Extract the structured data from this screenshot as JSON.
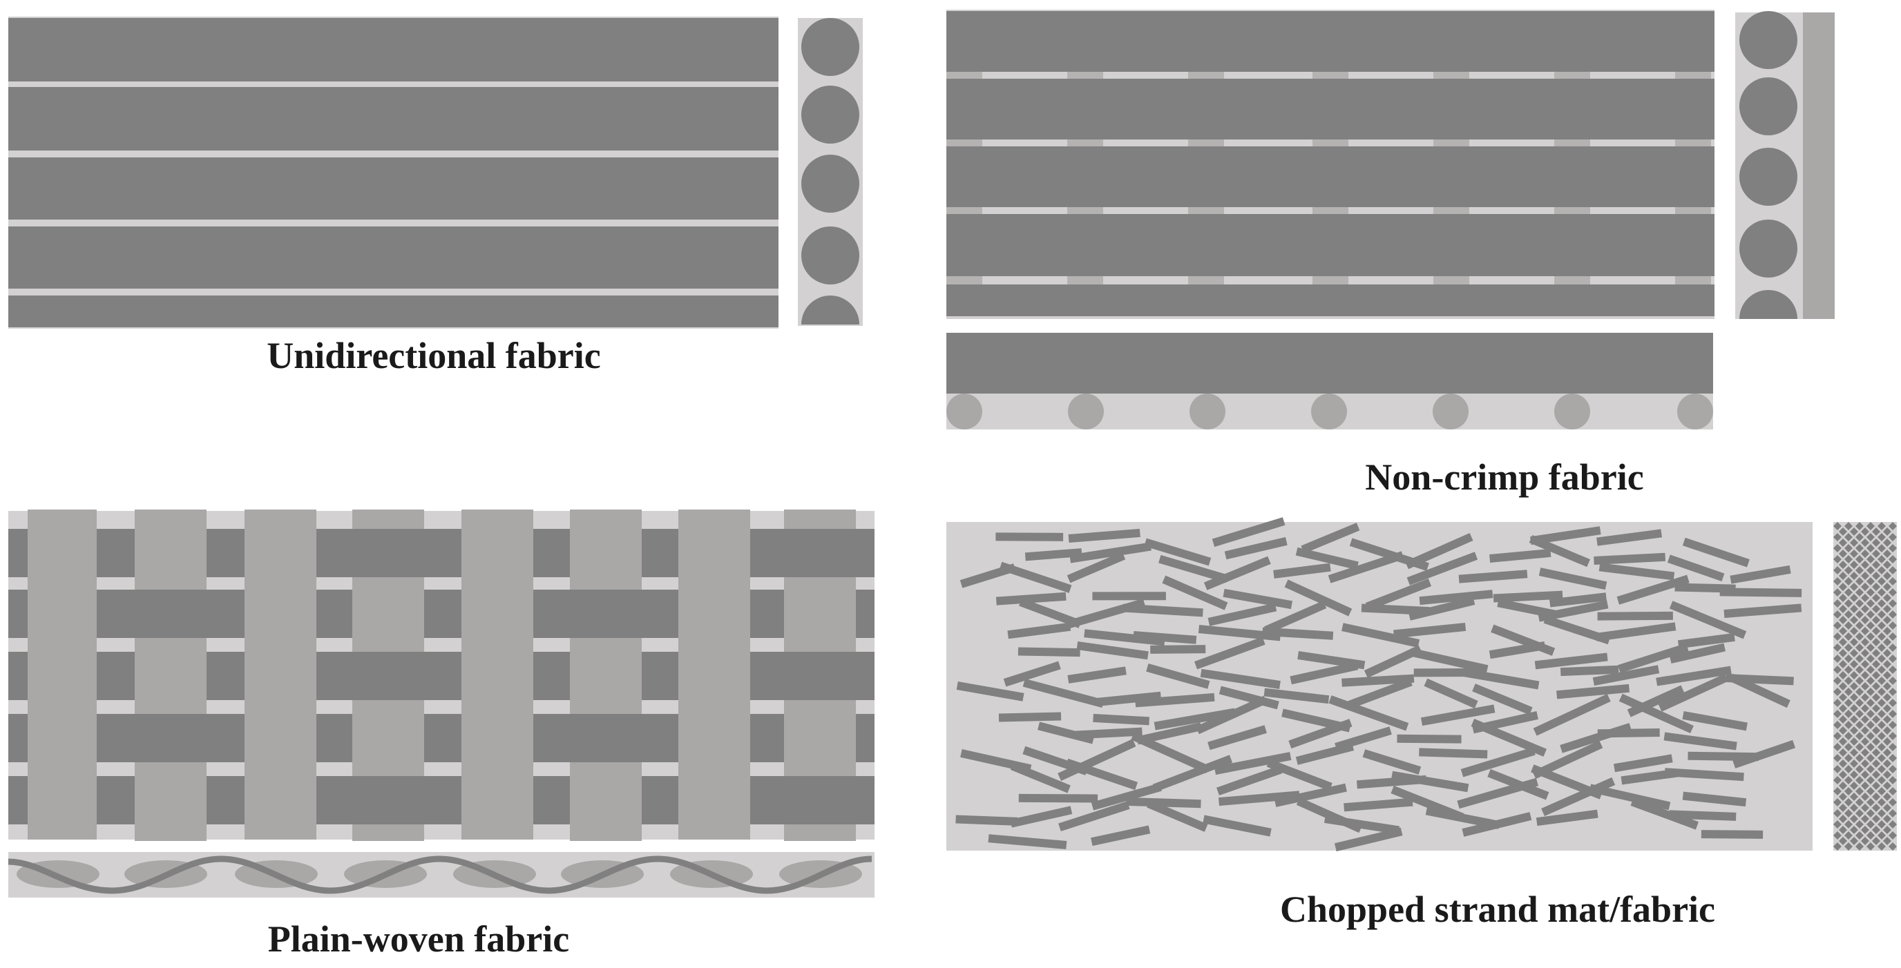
{
  "captions": {
    "unidirectional": "Unidirectional fabric",
    "non_crimp": "Non-crimp fabric",
    "plain_woven": "Plain-woven fabric",
    "chopped_strand": "Chopped strand mat/fabric"
  },
  "colors": {
    "fiber_dark": "#808080",
    "fiber_light": "#aaa7a7",
    "matrix": "#d3d1d1",
    "stitch": "#b5b2b2",
    "background": "#ffffff",
    "text": "#1a1a1a"
  }
}
